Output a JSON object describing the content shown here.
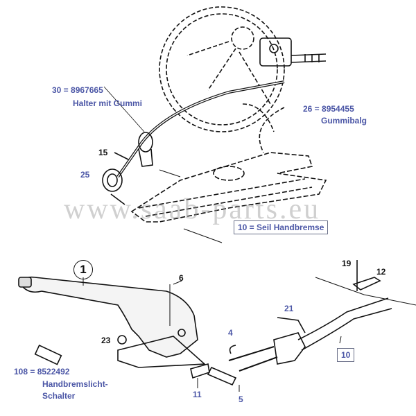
{
  "labels": {
    "p30_number": "30 =  8967665",
    "p30_name": "Halter mit Gummi",
    "p26_number": "26 = 8954455",
    "p26_name": "Gummibalg",
    "p15": "15",
    "p25": "25",
    "p10_box": "10  =  Seil Handbremse",
    "p1": "1",
    "p6": "6",
    "p19": "19",
    "p12": "12",
    "p21": "21",
    "p4": "4",
    "p23": "23",
    "p10": "10",
    "p108_number": "108 =  8522492",
    "p108_name_1": "Handbremslicht-",
    "p108_name_2": "Schalter",
    "p11": "11",
    "p5": "5"
  },
  "watermark": "www.saab-parts.eu",
  "colors": {
    "label_blue": "#4b56a6",
    "line": "#111111"
  }
}
